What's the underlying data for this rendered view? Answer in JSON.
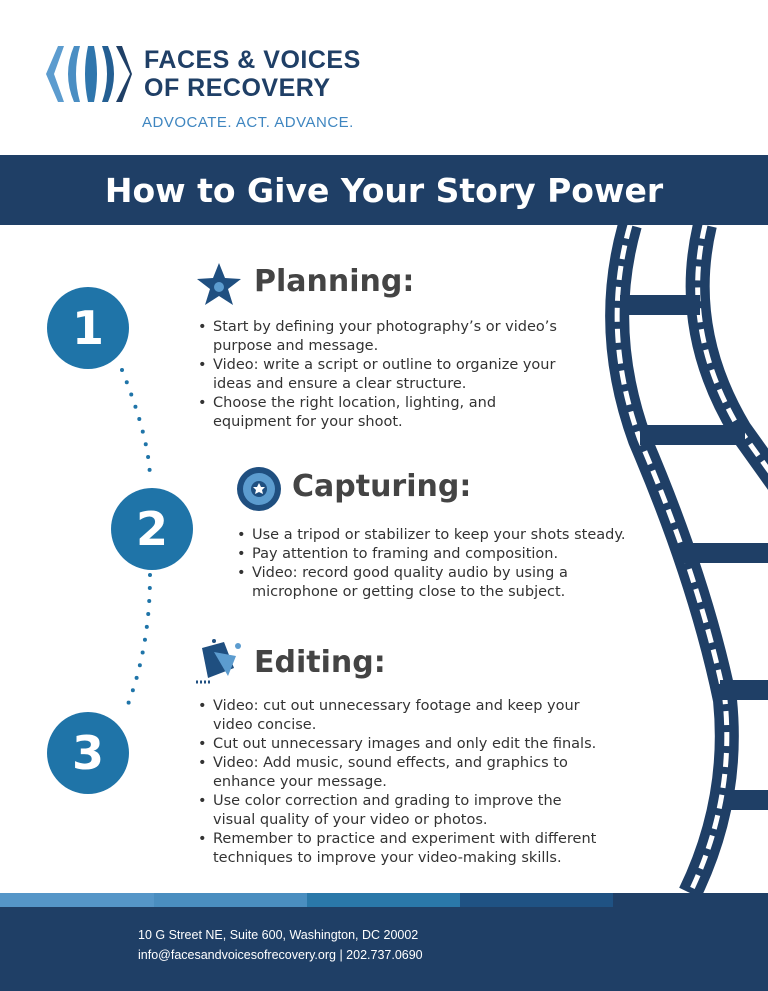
{
  "brand": {
    "line1": "FACES & VOICES",
    "line2": "OF RECOVERY",
    "tagline": "ADVOCATE. ACT. ADVANCE."
  },
  "title": "How to Give Your Story Power",
  "steps": [
    {
      "number": "1",
      "heading": "Planning:",
      "icon": "star-icon",
      "bullets": [
        "Start by defining your photography’s or video’s purpose and message.",
        "Video: write a script or outline to organize your ideas and ensure a clear structure.",
        "Choose the right location, lighting, and equipment for your shoot."
      ]
    },
    {
      "number": "2",
      "heading": "Capturing:",
      "icon": "camera-aperture-icon",
      "bullets": [
        "Use a tripod or stabilizer to keep your shots steady.",
        "Pay attention to framing and composition.",
        "Video: record good quality audio by using a microphone or getting close to the subject."
      ]
    },
    {
      "number": "3",
      "heading": "Editing:",
      "icon": "editing-shapes-icon",
      "bullets": [
        "Video: cut out unnecessary footage and keep your video concise.",
        "Cut out unnecessary images and only edit the finals.",
        "Video: Add music, sound effects, and graphics to enhance your message.",
        "Use color correction and grading to improve the visual quality of your video or photos.",
        "Remember to practice and experiment with different techniques to improve your video-making skills."
      ]
    }
  ],
  "footer": {
    "address": "10 G Street NE, Suite 600, Washington, DC 20002",
    "contact": "info@facesandvoicesofrecovery.org | 202.737.0690"
  },
  "colors": {
    "navy": "#1f3f66",
    "blue": "#1f74a8"
  }
}
